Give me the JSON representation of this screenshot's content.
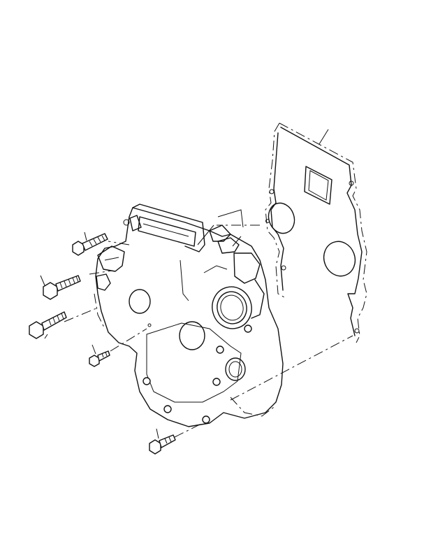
{
  "diagram": {
    "colors": {
      "line": "#111111",
      "background": "#ffffff"
    },
    "parts": [
      "gasket",
      "front-cover",
      "bolt-upper",
      "bolt-left-long",
      "bolt-left-lower",
      "bolt-small",
      "bolt-bottom"
    ]
  }
}
